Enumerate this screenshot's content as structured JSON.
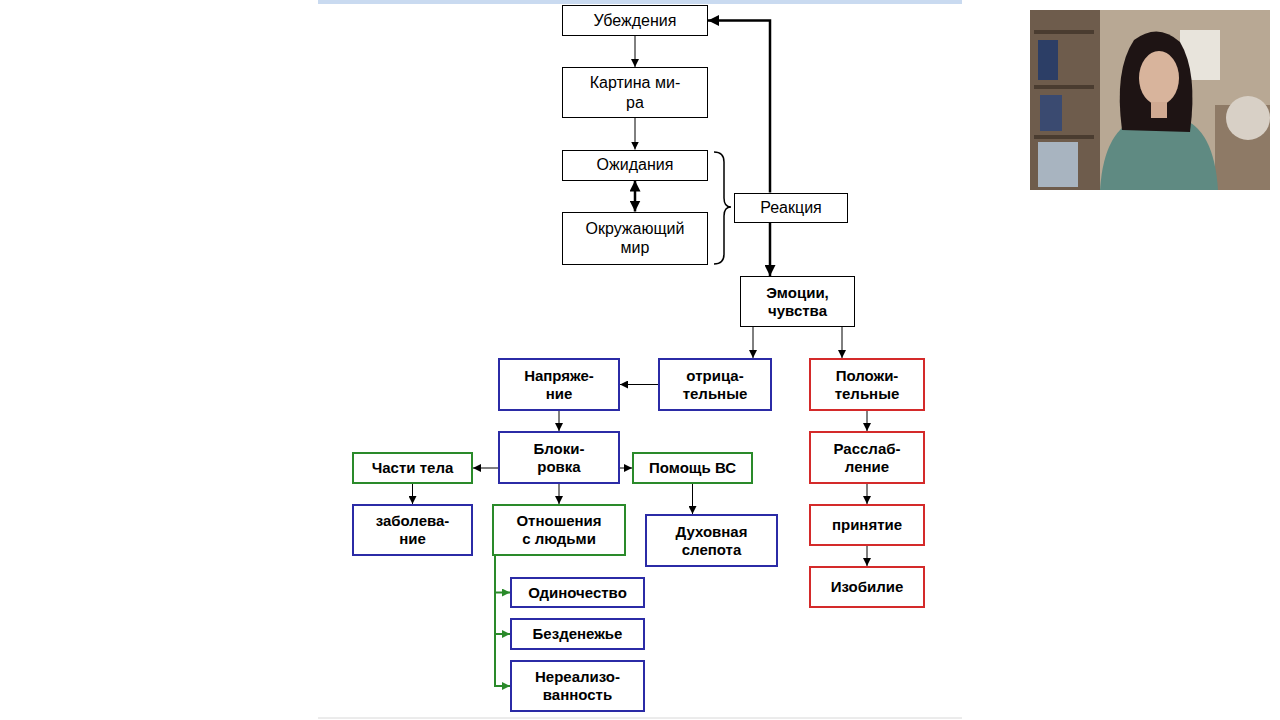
{
  "diagram": {
    "nodes": [
      {
        "text": [
          "Убеждения"
        ]
      },
      {
        "text": [
          "Картина ми- ра"
        ]
      },
      {
        "text": [
          "Ожидания"
        ]
      },
      {
        "text": [
          "Окружающий мир"
        ]
      },
      {
        "text": [
          "Реакция"
        ]
      },
      {
        "text": [
          "Эмоции, чувства"
        ]
      },
      {
        "text": [
          "отрица- тельные"
        ]
      },
      {
        "text": [
          "Положи- тельные"
        ]
      },
      {
        "text": [
          "Напряже- ние"
        ]
      },
      {
        "text": [
          "Блоки- ровка"
        ]
      },
      {
        "text": [
          "Части тела"
        ]
      },
      {
        "text": [
          "Помощь ВС"
        ]
      },
      {
        "text": [
          "заболева- ние"
        ]
      },
      {
        "text": [
          "Отношения с людьми"
        ]
      },
      {
        "text": [
          "Духовная слепота"
        ]
      },
      {
        "text": [
          "Одиночество"
        ]
      },
      {
        "text": [
          "Безденежье"
        ]
      },
      {
        "text": [
          "Нереализо- ванность"
        ]
      },
      {
        "text": [
          "Расслаб- ление"
        ]
      },
      {
        "text": [
          "принятие"
        ]
      },
      {
        "text": [
          "Изобилие"
        ]
      }
    ],
    "edges": [
      {
        "from": 0,
        "to": 1,
        "arrow": "to"
      },
      {
        "from": 1,
        "to": 2,
        "arrow": "to"
      },
      {
        "from": 2,
        "to": 3,
        "arrow": "both"
      },
      {
        "from": 4,
        "to": 0,
        "arrow": "to"
      },
      {
        "from": 4,
        "to": 5,
        "arrow": "to"
      },
      {
        "from": 5,
        "to": 6,
        "arrow": "to"
      },
      {
        "from": 5,
        "to": 7,
        "arrow": "to"
      },
      {
        "from": 6,
        "to": 8,
        "arrow": "to"
      },
      {
        "from": 8,
        "to": 9,
        "arrow": "to"
      },
      {
        "from": 9,
        "to": 10,
        "arrow": "to"
      },
      {
        "from": 9,
        "to": 11,
        "arrow": "to"
      },
      {
        "from": 9,
        "to": 13,
        "arrow": "to"
      },
      {
        "from": 10,
        "to": 12,
        "arrow": "to"
      },
      {
        "from": 11,
        "to": 14,
        "arrow": "to"
      },
      {
        "from": 13,
        "to": 15,
        "arrow": "to"
      },
      {
        "from": 13,
        "to": 16,
        "arrow": "to"
      },
      {
        "from": 13,
        "to": 17,
        "arrow": "to"
      },
      {
        "from": 7,
        "to": 18,
        "arrow": "to"
      },
      {
        "from": 18,
        "to": 19,
        "arrow": "to"
      },
      {
        "from": 19,
        "to": 20,
        "arrow": "to"
      }
    ]
  }
}
